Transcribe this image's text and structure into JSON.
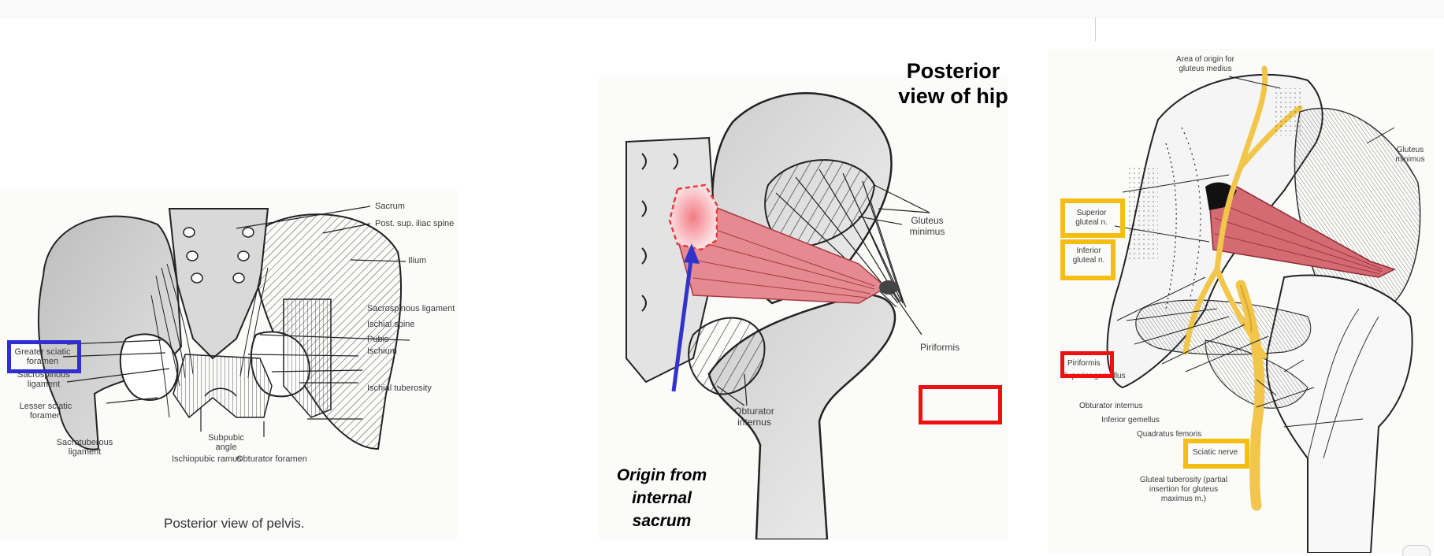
{
  "pelvis": {
    "labels": {
      "sacrum": "Sacrum",
      "post_sup_iliac_spine": "Post. sup. iliac spine",
      "ilium": "Ilium",
      "greater_sciatic_foramen": "Greater sciatic foramen",
      "sacrospinous_ligament_left": "Sacrospinous ligament",
      "lesser_sciatic_foramen": "Lesser sciatic foramen",
      "sacrotuberous_ligament": "Sacrotuberous ligament",
      "subpubic_angle": "Subpubic angle",
      "ischiopubic_ramus": "Ischiopubic ramus",
      "obturator_foramen": "Obturator foramen",
      "sacrospinous_ligament_right": "Sacrospinous ligament",
      "ischial_spine": "Ischial spine",
      "pubis": "Pubis",
      "ischium": "Ischium",
      "ischial_tuberosity": "Ischial tuberosity"
    },
    "caption": "Posterior view of pelvis."
  },
  "hip": {
    "title": "Posterior view of hip",
    "labels": {
      "gluteus_minimus": "Gluteus minimus",
      "piriformis": "Piriformis",
      "obturator_internus": "Obturator internus"
    },
    "origin_note": "Origin from internal sacrum"
  },
  "deep": {
    "labels": {
      "area_of_origin": "Area of origin for gluteus medius",
      "gluteus_minimus": "Gluteus minimus",
      "superior_gluteal_n": "Superior gluteal n.",
      "inferior_gluteal_n": "Inferior gluteal n.",
      "piriformis": "Piriformis",
      "superior_gemellus": "Superior gemellus",
      "obturator_internus": "Obturator internus",
      "inferior_gemellus": "Inferior gemellus",
      "quadratus_femoris": "Quadratus femoris",
      "sciatic_nerve": "Sciatic nerve",
      "gluteal_tuberosity": "Gluteal tuberosity (partial insertion for gluteus maximus m.)"
    }
  },
  "colors": {
    "blue_box": "#2e2ed1",
    "red_box": "#ee1111",
    "yellow_box": "#f6bd13",
    "muscle": "#e07f86",
    "nerve": "#f1c64a",
    "arrow": "#3333cc"
  }
}
